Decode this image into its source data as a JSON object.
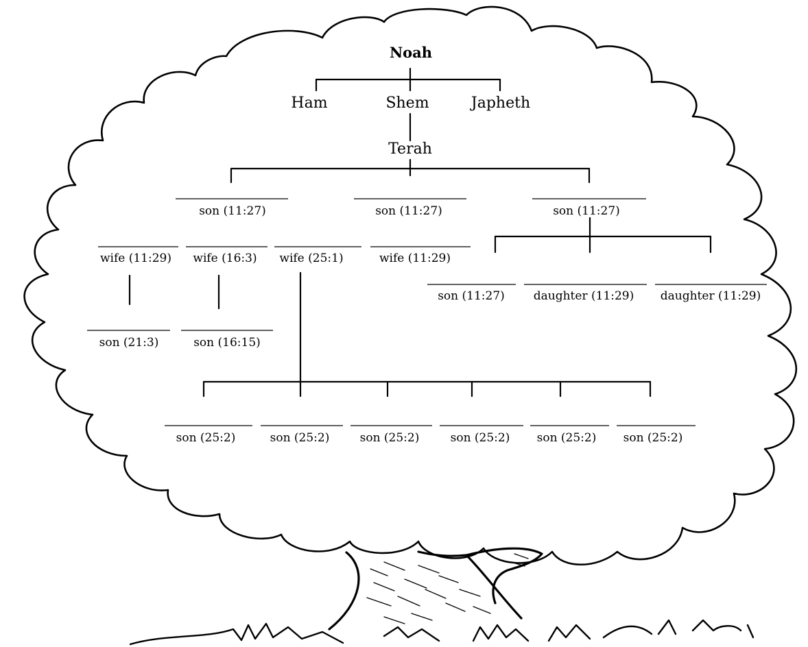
{
  "tree": {
    "root": "Noah",
    "gen2": [
      "Ham",
      "Shem",
      "Japheth"
    ],
    "gen3": "Terah",
    "terah_sons": [
      "son (11:27)",
      "son (11:27)",
      "son (11:27)"
    ],
    "wives": [
      "wife (11:29)",
      "wife (16:3)",
      "wife (25:1)",
      "wife (11:29)"
    ],
    "sons_of_wives": [
      "son (21:3)",
      "son (16:15)"
    ],
    "third_son_children": [
      "son (11:27)",
      "daughter (11:29)",
      "daughter (11:29)"
    ],
    "keturah_sons": [
      "son (25:2)",
      "son (25:2)",
      "son (25:2)",
      "son (25:2)",
      "son (25:2)",
      "son (25:2)"
    ]
  }
}
